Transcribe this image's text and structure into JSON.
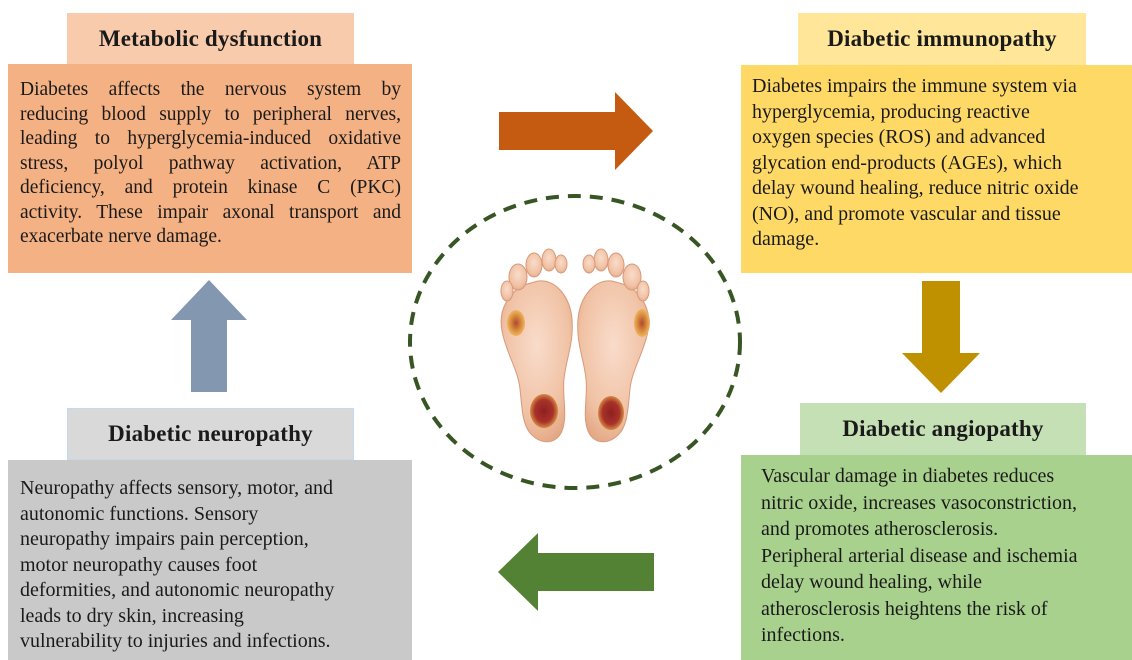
{
  "metabolic": {
    "title": "Metabolic dysfunction",
    "lines": [
      "Diabetes affects the nervous system by",
      "reducing blood supply to peripheral nerves,",
      "leading to hyperglycemia-induced oxidative",
      "stress, polyol pathway activation, ATP",
      "deficiency, and protein kinase C (PKC)",
      "activity. These impair axonal transport and",
      "exacerbate nerve damage."
    ]
  },
  "immunopathy": {
    "title": "Diabetic immunopathy",
    "lines": [
      "Diabetes impairs the immune system via",
      "hyperglycemia, producing reactive",
      "oxygen species (ROS) and advanced",
      "glycation end-products (AGEs), which",
      "delay wound healing, reduce nitric oxide",
      "(NO), and promote vascular and tissue",
      "damage."
    ]
  },
  "neuropathy": {
    "title": "Diabetic neuropathy",
    "lines": [
      "Neuropathy affects sensory, motor, and",
      "autonomic functions. Sensory",
      "neuropathy impairs pain perception,",
      "motor neuropathy causes foot",
      "deformities, and autonomic neuropathy",
      "leads to dry skin, increasing",
      "vulnerability to injuries and infections."
    ]
  },
  "angiopathy": {
    "title": "Diabetic angiopathy",
    "lines": [
      "Vascular damage in diabetes reduces",
      "nitric oxide, increases vasoconstriction,",
      "and promotes atherosclerosis.",
      "Peripheral arterial disease and ischemia",
      "delay wound healing, while",
      "atherosclerosis heightens the risk of",
      "infections."
    ]
  },
  "colors": {
    "arrow_right": "#c55a11",
    "arrow_down": "#bf9000",
    "arrow_left": "#548235",
    "arrow_up": "#8497b0",
    "circle": "#375623"
  },
  "icons": [
    "feet-ulcer-illustration"
  ]
}
